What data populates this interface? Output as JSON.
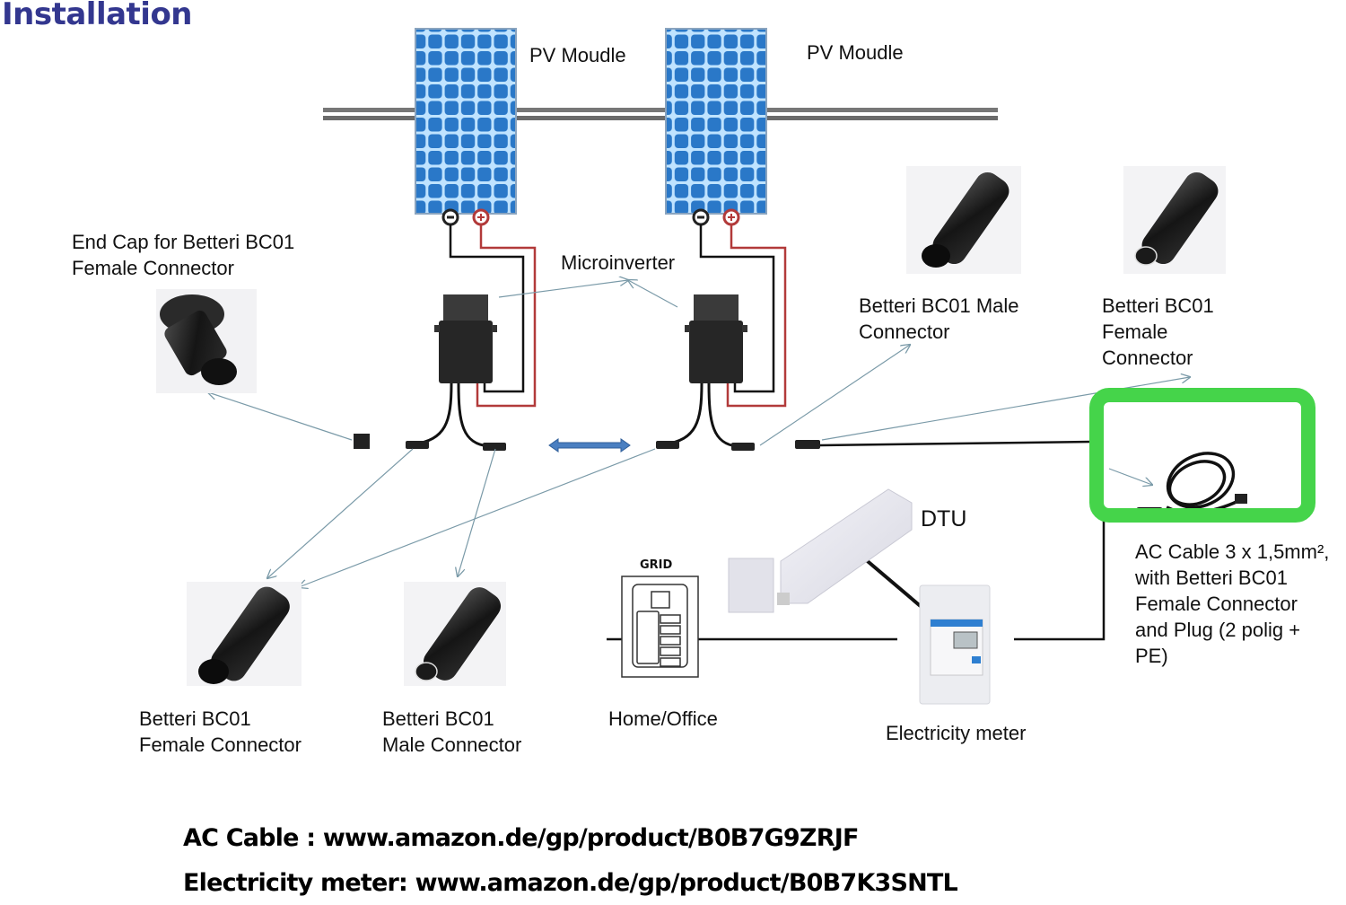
{
  "title": "Installation",
  "diagram": {
    "pv_modules": [
      {
        "label": "PV Moudle",
        "terminals": [
          "minus",
          "plus"
        ]
      },
      {
        "label": "PV Moudle",
        "terminals": [
          "minus",
          "plus"
        ]
      }
    ],
    "microinverter_label": "Microinverter",
    "end_cap": {
      "lines": [
        "End Cap for Betteri BC01",
        "Female Connector"
      ]
    },
    "top_right_connectors": [
      {
        "lines": [
          "Betteri BC01 Male",
          "Connector"
        ]
      },
      {
        "lines": [
          "Betteri BC01",
          "Female",
          "Connector"
        ]
      }
    ],
    "bottom_connectors": [
      {
        "lines": [
          "Betteri BC01",
          "Female Connector"
        ]
      },
      {
        "lines": [
          "Betteri BC01",
          "Male Connector"
        ]
      }
    ],
    "grid": {
      "box_label": "GRID",
      "label": "Home/Office"
    },
    "dtu_label": "DTU",
    "meter_label": "Electricity meter",
    "ac_cable": {
      "lines": [
        "AC Cable 3 x 1,5mm²,",
        "with Betteri BC01",
        "Female Connector",
        "and Plug (2 polig +",
        "PE)"
      ],
      "highlight_color": "#45d44a"
    },
    "colors": {
      "title": "#33378f",
      "panel_blue": "#2a78c8",
      "rail_gray": "#6b6b6b",
      "wire_red": "#b23a3a",
      "link_arrow": "#4a7fc1",
      "pointer_line": "#7a9aa8"
    }
  },
  "footer": {
    "lines": [
      "AC Cable : www.amazon.de/gp/product/B0B7G9ZRJF",
      "Electricity meter: www.amazon.de/gp/product/B0B7K3SNTL"
    ]
  }
}
